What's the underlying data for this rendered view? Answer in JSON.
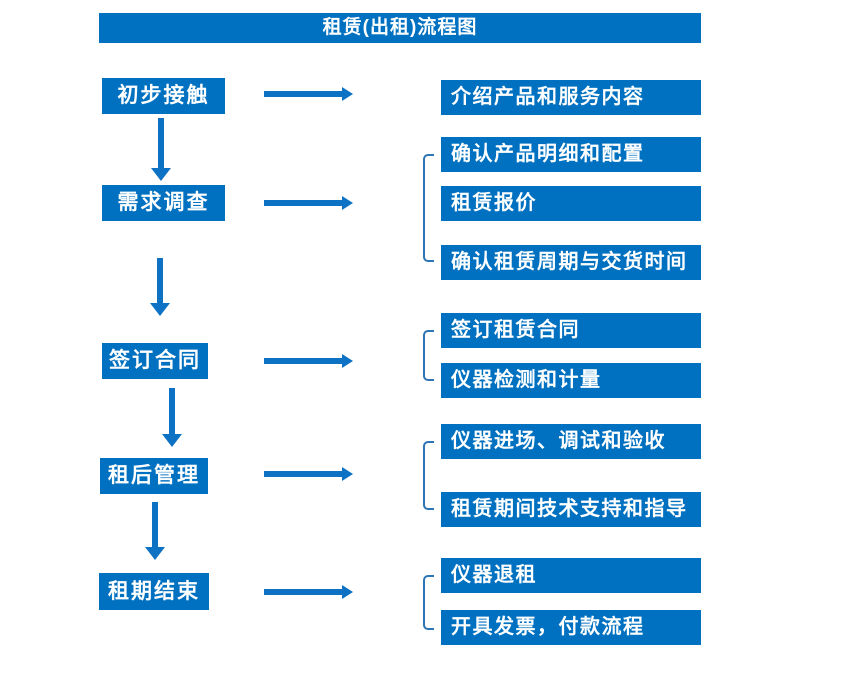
{
  "title": "租赁(出租)流程图",
  "colors": {
    "box_blue": "#0070C0",
    "arrow_blue": "#0D72C4",
    "bracket_blue": "#2E75B6",
    "text_white": "#FFFFFF",
    "background": "#FFFFFF"
  },
  "icons": {
    "right_arrow": "css-triangle-right",
    "down_arrow": "css-triangle-down",
    "group_bracket": "css-left-square-bracket"
  },
  "left_steps": [
    {
      "label": "初步接触"
    },
    {
      "label": "需求调查"
    },
    {
      "label": "签订合同"
    },
    {
      "label": "租后管理"
    },
    {
      "label": "租期结束"
    }
  ],
  "right_groups": [
    {
      "items": [
        "介绍产品和服务内容"
      ]
    },
    {
      "items": [
        "确认产品明细和配置",
        "租赁报价",
        "确认租赁周期与交货时间"
      ]
    },
    {
      "items": [
        "签订租赁合同",
        "仪器检测和计量"
      ]
    },
    {
      "items": [
        "仪器进场、调试和验收",
        "租赁期间技术支持和指导"
      ]
    },
    {
      "items": [
        "仪器退租",
        "开具发票，付款流程"
      ]
    }
  ]
}
